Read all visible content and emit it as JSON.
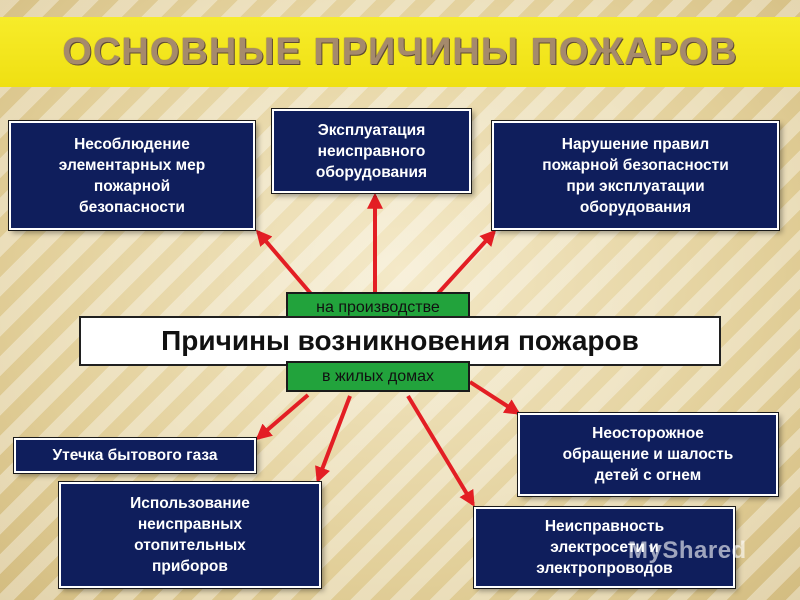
{
  "title": "ОСНОВНЫЕ ПРИЧИНЫ ПОЖАРОВ",
  "center": {
    "label": "Причины возникновения пожаров",
    "tag_top": "на производстве",
    "tag_bottom": "в жилых домах"
  },
  "industrial_causes": [
    "Несоблюдение\nэлементарных мер\nпожарной\nбезопасности",
    "Эксплуатация\nнеисправного\nоборудования",
    "Нарушение правил\nпожарной безопасности\nпри эксплуатации\nоборудования"
  ],
  "household_causes": [
    "Утечка бытового газа",
    "Использование\nнеисправных\nотопительных\nприборов",
    "Неисправность\nэлектросети и\nэлектропроводов",
    "Неосторожное\nобращение и шалость\nдетей с огнем"
  ],
  "watermark": "MyShared",
  "colors": {
    "box_fill": "#0f1e5c",
    "arrow": "#e31e24",
    "title_band": "#f3e61e",
    "tag_fill": "#22a33c"
  }
}
